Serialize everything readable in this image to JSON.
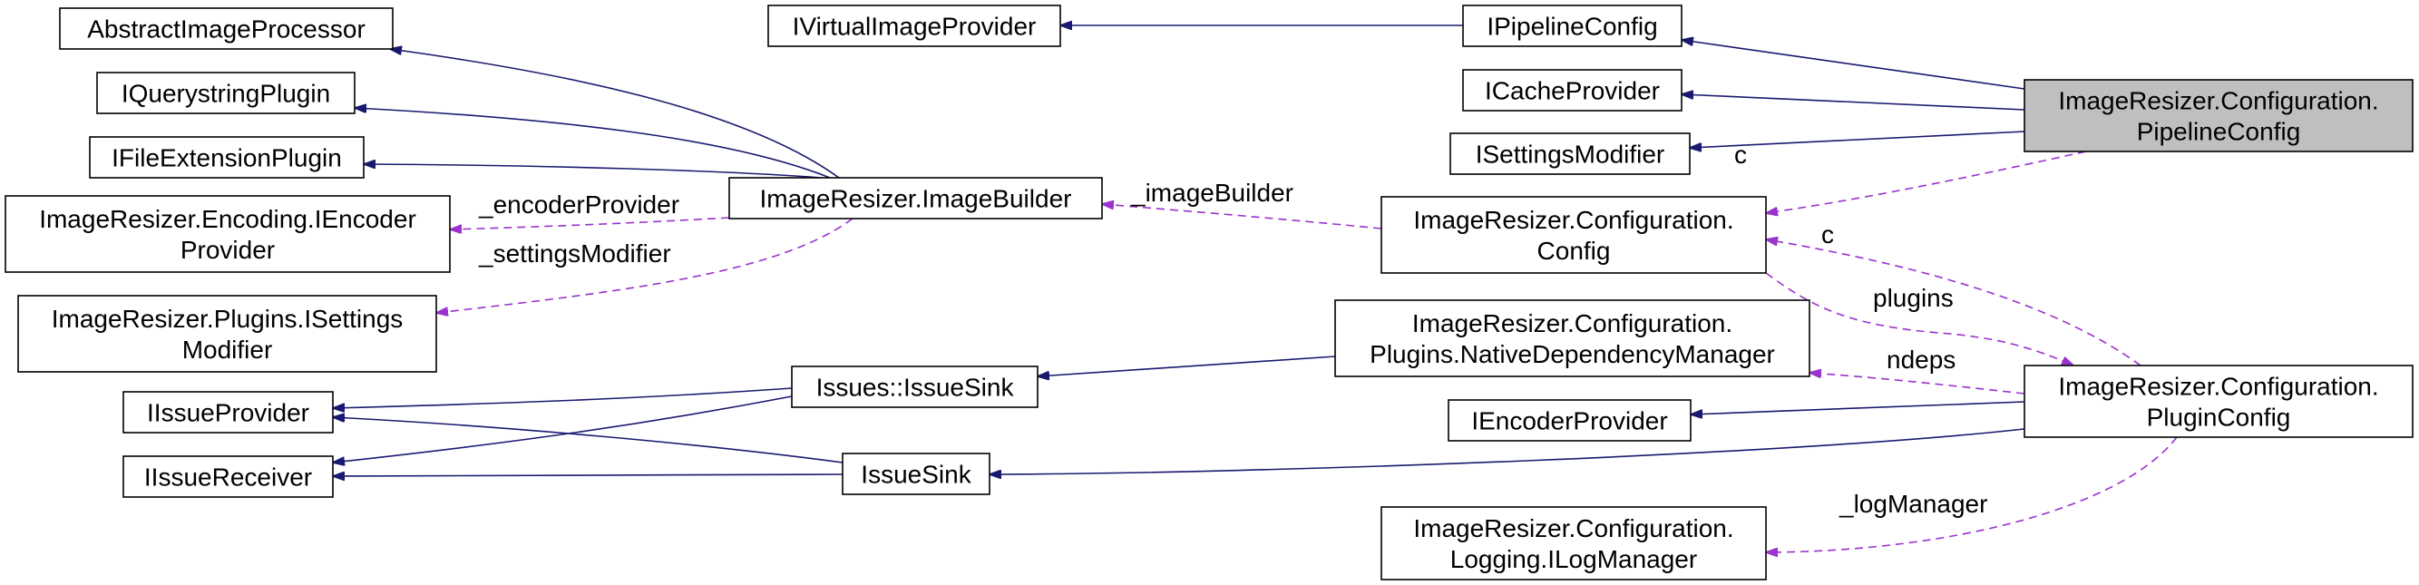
{
  "nodes": [
    {
      "id": "pipeline_config",
      "lines": [
        "ImageResizer.Configuration.",
        "PipelineConfig"
      ],
      "highlight": true
    },
    {
      "id": "plugin_config",
      "lines": [
        "ImageResizer.Configuration.",
        "PluginConfig"
      ]
    },
    {
      "id": "config",
      "lines": [
        "ImageResizer.Configuration.",
        "Config"
      ]
    },
    {
      "id": "native_dep_manager",
      "lines": [
        "ImageResizer.Configuration.",
        "Plugins.NativeDependencyManager"
      ]
    },
    {
      "id": "log_manager",
      "lines": [
        "ImageResizer.Configuration.",
        "Logging.ILogManager"
      ]
    },
    {
      "id": "ipipeline_config",
      "lines": [
        "IPipelineConfig"
      ]
    },
    {
      "id": "icache_provider",
      "lines": [
        "ICacheProvider"
      ]
    },
    {
      "id": "isettings_modifier",
      "lines": [
        "ISettingsModifier"
      ]
    },
    {
      "id": "iencoder_provider",
      "lines": [
        "IEncoderProvider"
      ]
    },
    {
      "id": "ivirtual_image_provider",
      "lines": [
        "IVirtualImageProvider"
      ]
    },
    {
      "id": "image_builder",
      "lines": [
        "ImageResizer.ImageBuilder"
      ]
    },
    {
      "id": "issues_issue_sink",
      "lines": [
        "Issues::IssueSink"
      ]
    },
    {
      "id": "issue_sink",
      "lines": [
        "IssueSink"
      ]
    },
    {
      "id": "abstract_image_processor",
      "lines": [
        "AbstractImageProcessor"
      ]
    },
    {
      "id": "iquerystring_plugin",
      "lines": [
        "IQuerystringPlugin"
      ]
    },
    {
      "id": "ifile_extension_plugin",
      "lines": [
        "IFileExtensionPlugin"
      ]
    },
    {
      "id": "encoding_iencoder_provider",
      "lines": [
        "ImageResizer.Encoding.IEncoder",
        "Provider"
      ]
    },
    {
      "id": "plugins_isettings_modifier",
      "lines": [
        "ImageResizer.Plugins.ISettings",
        "Modifier"
      ]
    },
    {
      "id": "iissue_provider",
      "lines": [
        "IIssueProvider"
      ]
    },
    {
      "id": "iissue_receiver",
      "lines": [
        "IIssueReceiver"
      ]
    }
  ],
  "edges": [
    {
      "from": "pipeline_config",
      "to": "ipipeline_config",
      "style": "solid"
    },
    {
      "from": "pipeline_config",
      "to": "icache_provider",
      "style": "solid"
    },
    {
      "from": "pipeline_config",
      "to": "isettings_modifier",
      "style": "solid"
    },
    {
      "from": "pipeline_config",
      "to": "config",
      "style": "dashed",
      "label": "c"
    },
    {
      "from": "plugin_config",
      "to": "config",
      "style": "dashed",
      "label": "c"
    },
    {
      "from": "config",
      "to": "plugin_config",
      "style": "dashed",
      "label": "plugins"
    },
    {
      "from": "plugin_config",
      "to": "native_dep_manager",
      "style": "dashed",
      "label": "ndeps"
    },
    {
      "from": "plugin_config",
      "to": "iencoder_provider",
      "style": "solid"
    },
    {
      "from": "plugin_config",
      "to": "issue_sink",
      "style": "solid"
    },
    {
      "from": "plugin_config",
      "to": "log_manager",
      "style": "dashed",
      "label": "_logManager"
    },
    {
      "from": "ipipeline_config",
      "to": "ivirtual_image_provider",
      "style": "solid"
    },
    {
      "from": "config",
      "to": "image_builder",
      "style": "dashed",
      "label": "_imageBuilder"
    },
    {
      "from": "native_dep_manager",
      "to": "issues_issue_sink",
      "style": "solid"
    },
    {
      "from": "image_builder",
      "to": "abstract_image_processor",
      "style": "solid"
    },
    {
      "from": "image_builder",
      "to": "iquerystring_plugin",
      "style": "solid"
    },
    {
      "from": "image_builder",
      "to": "ifile_extension_plugin",
      "style": "solid"
    },
    {
      "from": "image_builder",
      "to": "encoding_iencoder_provider",
      "style": "dashed",
      "label": "_encoderProvider"
    },
    {
      "from": "image_builder",
      "to": "plugins_isettings_modifier",
      "style": "dashed",
      "label": "_settingsModifier"
    },
    {
      "from": "issues_issue_sink",
      "to": "iissue_provider",
      "style": "solid"
    },
    {
      "from": "issues_issue_sink",
      "to": "iissue_receiver",
      "style": "solid"
    },
    {
      "from": "issue_sink",
      "to": "iissue_provider",
      "style": "solid"
    },
    {
      "from": "issue_sink",
      "to": "iissue_receiver",
      "style": "solid"
    }
  ]
}
